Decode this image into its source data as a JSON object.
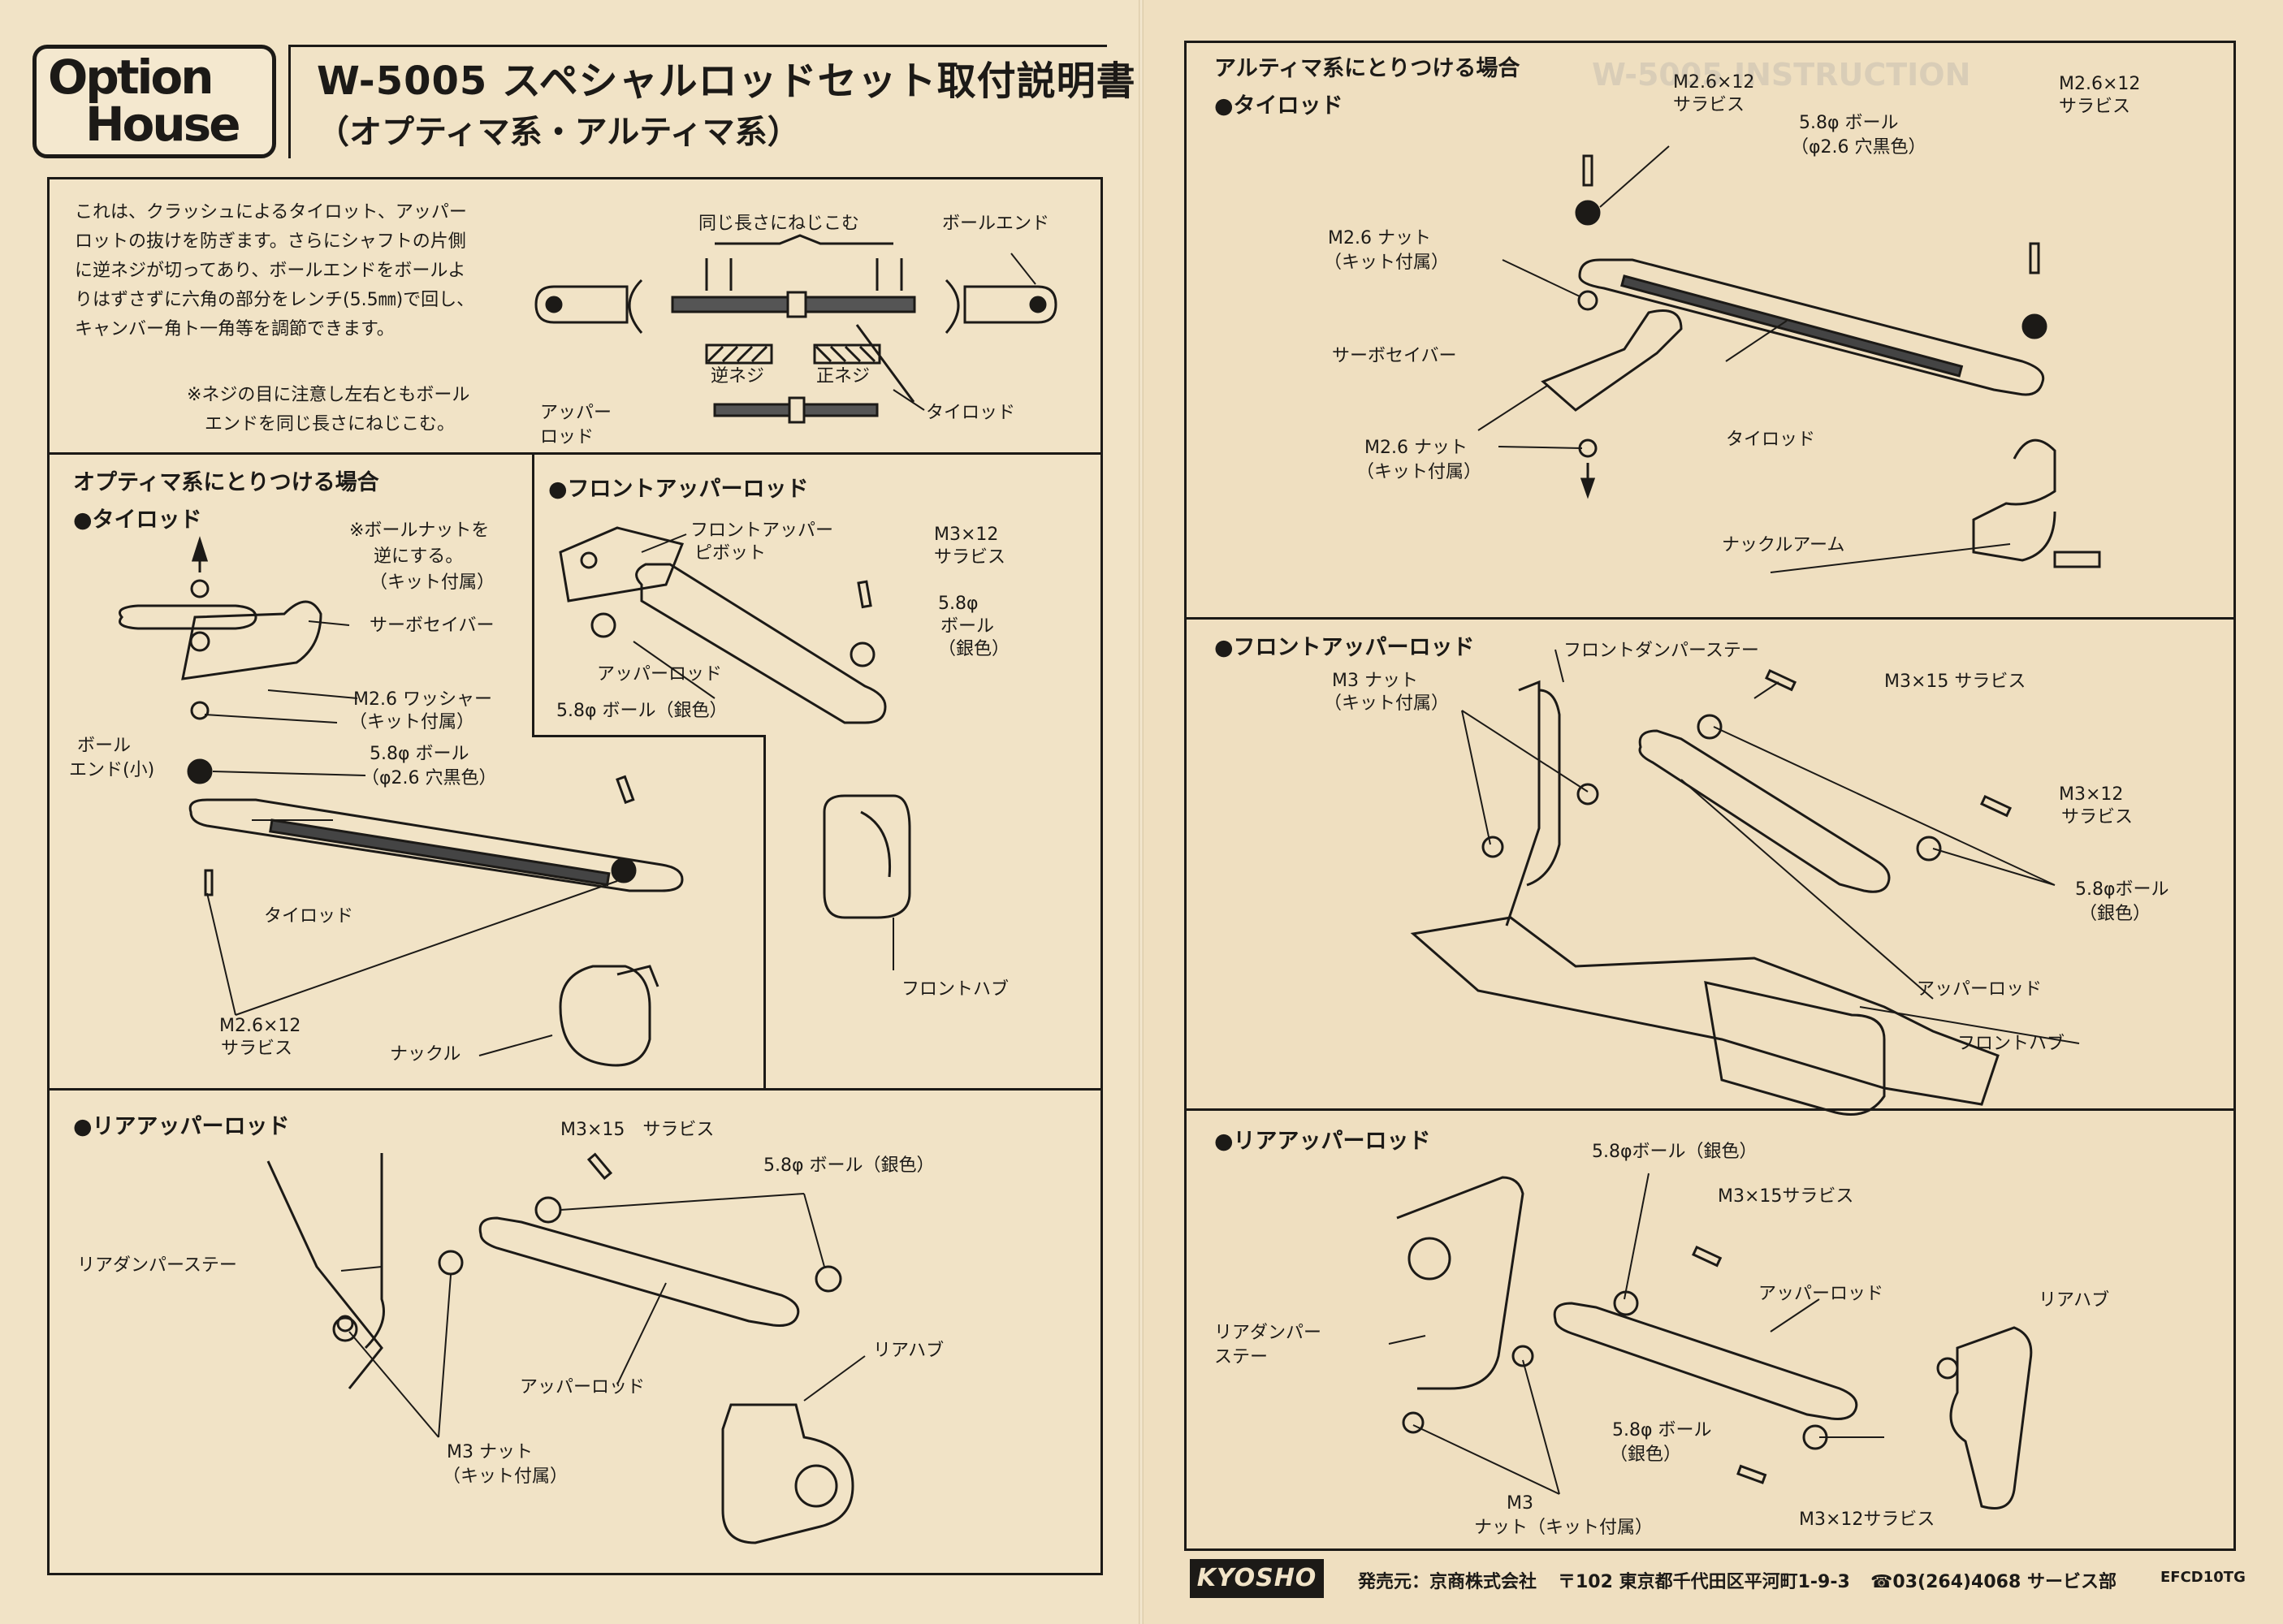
{
  "header": {
    "logo_line1": "Option",
    "logo_line2": "House",
    "title": "W-5005 スペシャルロッドセット取付説明書",
    "subtitle": "（オプティマ系・アルティマ系）"
  },
  "intro": {
    "lines": [
      "これは、クラッシュによるタイロット、アッパー",
      "ロットの抜けを防ぎます。さらにシャフトの片側",
      "に逆ネジが切ってあり、ボールエンドをボールよ",
      "りはずさずに六角の部分をレンチ(5.5㎜)で回し、",
      "キャンバー角ト一角等を調節できます。"
    ],
    "note_lines": [
      "※ネジの目に注意し左右ともボール",
      "エンドを同じ長さにねじこむ。"
    ],
    "labels": {
      "same_length": "同じ長さにねじこむ",
      "ball_end": "ボールエンド",
      "reverse_thread": "逆ネジ",
      "normal_thread": "正ネジ",
      "upper_rod_1": "アッパー",
      "upper_rod_2": "ロッド",
      "tie_rod": "タイロッド"
    }
  },
  "optima": {
    "heading": "オプティマ系にとりつける場合",
    "tierod": {
      "heading": "●タイロッド",
      "ball_nut_note_1": "※ボールナットを",
      "ball_nut_note_2": "逆にする。",
      "ball_nut_note_3": "（キット付属）",
      "servo_saver": "サーボセイバー",
      "washer_1": "M2.6 ワッシャー",
      "washer_2": "（キット付属）",
      "ball_end_small_1": "ボール",
      "ball_end_small_2": "エンド(小)",
      "ball_1": "5.8φ ボール",
      "ball_2": "（φ2.6 穴黒色）",
      "tie_rod": "タイロッド",
      "screw_1": "M2.6×12",
      "screw_2": "サラビス",
      "knuckle": "ナックル"
    },
    "front_upper": {
      "heading": "●フロントアッパーロッド",
      "pivot_1": "フロントアッパー",
      "pivot_2": "ピボット",
      "screw_1": "M3×12",
      "screw_2": "サラビス",
      "ball_1": "5.8φ",
      "ball_2": "ボール",
      "ball_3": "（銀色）",
      "upper_rod": "アッパーロッド",
      "ball_silver": "5.8φ ボール（銀色）",
      "front_hub": "フロントハブ"
    },
    "rear_upper": {
      "heading": "●リアアッパーロッド",
      "screw": "M3×15　サラビス",
      "ball": "5.8φ ボール（銀色）",
      "damper_stay": "リアダンパーステー",
      "upper_rod": "アッパーロッド",
      "rear_hub": "リアハブ",
      "nut_1": "M3 ナット",
      "nut_2": "（キット付属）"
    }
  },
  "ultima": {
    "heading": "アルティマ系にとりつける場合",
    "tierod": {
      "heading": "●タイロッド",
      "screw_a_1": "M2.6×12",
      "screw_a_2": "サラビス",
      "ball_1": "5.8φ ボール",
      "ball_2": "（φ2.6 穴黒色）",
      "screw_b_1": "M2.6×12",
      "screw_b_2": "サラビス",
      "nut_a_1": "M2.6 ナット",
      "nut_a_2": "（キット付属）",
      "servo_saver": "サーボセイバー",
      "tie_rod": "タイロッド",
      "nut_b_1": "M2.6 ナット",
      "nut_b_2": "（キット付属）",
      "knuckle_arm": "ナックルアーム"
    },
    "front_upper": {
      "heading": "●フロントアッパーロッド",
      "damper_stay": "フロントダンパーステー",
      "nut_1": "M3 ナット",
      "nut_2": "（キット付属）",
      "screw_a": "M3×15 サラビス",
      "screw_b_1": "M3×12",
      "screw_b_2": "サラビス",
      "ball_1": "5.8φボール",
      "ball_2": "（銀色）",
      "upper_rod": "アッパーロッド",
      "front_hub": "フロントハブ"
    },
    "rear_upper": {
      "heading": "●リアアッパーロッド",
      "ball_top": "5.8φボール（銀色）",
      "screw_a": "M3×15サラビス",
      "upper_rod": "アッパーロッド",
      "rear_hub": "リアハブ",
      "damper_stay_1": "リアダンパー",
      "damper_stay_2": "ステー",
      "ball_1": "5.8φ ボール",
      "ball_2": "（銀色）",
      "nut_1": "M3",
      "nut_2": "ナット（キット付属）",
      "screw_b": "M3×12サラビス"
    }
  },
  "footer": {
    "brand": "KYOSHO",
    "publisher": "発売元：京商株式会社",
    "address": "〒102 東京都千代田区平河町1-9-3",
    "phone": "☎03(264)4068 サービス部",
    "code": "EFCD10TG"
  },
  "colors": {
    "paper": "#f1e3c6",
    "ink": "#1c1a17",
    "bleed": "#3c5078"
  }
}
